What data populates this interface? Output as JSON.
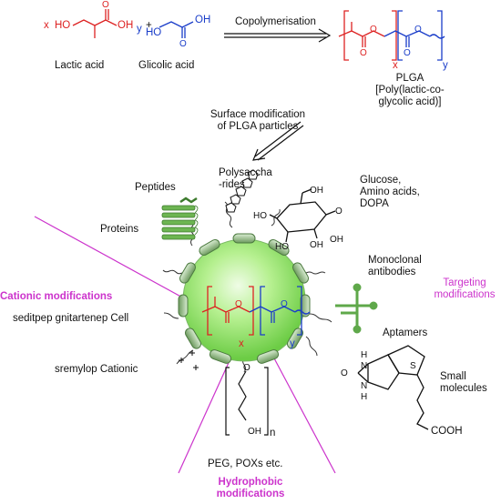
{
  "reaction": {
    "lactic_acid_label": "Lactic acid",
    "glycolic_acid_label": "Glicolic acid",
    "plus": "+",
    "x_coef": "x",
    "y_coef": "y",
    "ho": "HO",
    "oh": "OH",
    "o": "O",
    "arrow_label": "Copolymerisation"
  },
  "polymer": {
    "name": "PLGA",
    "full_name_line1": "[Poly(lactic-co-",
    "full_name_line2": "glycolic acid)]",
    "sub_x": "x",
    "sub_y": "y"
  },
  "modification_step": {
    "line1": "Surface modification",
    "line2": "of PLGA particles"
  },
  "ligands": {
    "peptides": "Peptides",
    "polysaccharides_line1": "Polysaccha",
    "polysaccharides_line2": "-rides",
    "glucose_line1": "Glucose,",
    "glucose_line2": "Amino acids,",
    "glucose_line3": "DOPA",
    "proteins": "Proteins",
    "monoclonal_line1": "Monoclonal",
    "monoclonal_line2": "antibodies",
    "cell_penetrating": "seditpep gnitartenep Cell",
    "aptamers": "Aptamers",
    "cationic_polymers": "sremylop Cationic",
    "small_line1": "Small",
    "small_line2": "molecules",
    "peg": "PEG, POXs etc.",
    "cooh": "COOH",
    "n_sub": "n",
    "oh": "OH",
    "ho": "HO",
    "o": "O",
    "s": "S",
    "hn": "HN",
    "nh": "NH",
    "h": "H",
    "n": "N"
  },
  "categories": {
    "cationic": "Cationic modifications",
    "targeting_line1": "Targeting",
    "targeting_line2": "modifications",
    "hydrophobic_line1": "Hydrophobic",
    "hydrophobic_line2": "modifications"
  },
  "colors": {
    "magenta": "#cc33cc",
    "lactic_red": "#dd2222",
    "glycolic_blue": "#1a3dc9",
    "particle_green": "#8ee36a",
    "ligand_green": "#5fa84a"
  }
}
